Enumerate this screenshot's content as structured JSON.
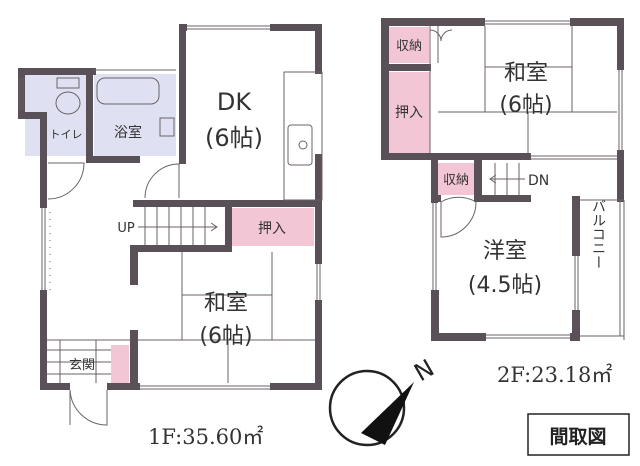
{
  "floor1": {
    "dk": {
      "name": "DK",
      "size": "(6帖)"
    },
    "bath": "浴室",
    "toilet": "トイレ",
    "stairs": "UP",
    "closet": "押入",
    "washitsu": {
      "name": "和室",
      "size": "(6帖)"
    },
    "entrance": "玄関",
    "area": "1F:35.60㎡"
  },
  "floor2": {
    "washitsu": {
      "name": "和室",
      "size": "(6帖)"
    },
    "storage_top": "収納",
    "closet": "押入",
    "storage_mid": "収納",
    "stairs": "DN",
    "yoshitsu": {
      "name": "洋室",
      "size": "(4.5帖)"
    },
    "balcony": "バルコニー",
    "area": "2F:23.18㎡"
  },
  "compass": {
    "label": "N"
  },
  "title": "間取図",
  "colors": {
    "wall": "#5a5057",
    "storage": "#f3c6d6",
    "wet_area": "#dfe1f2"
  }
}
